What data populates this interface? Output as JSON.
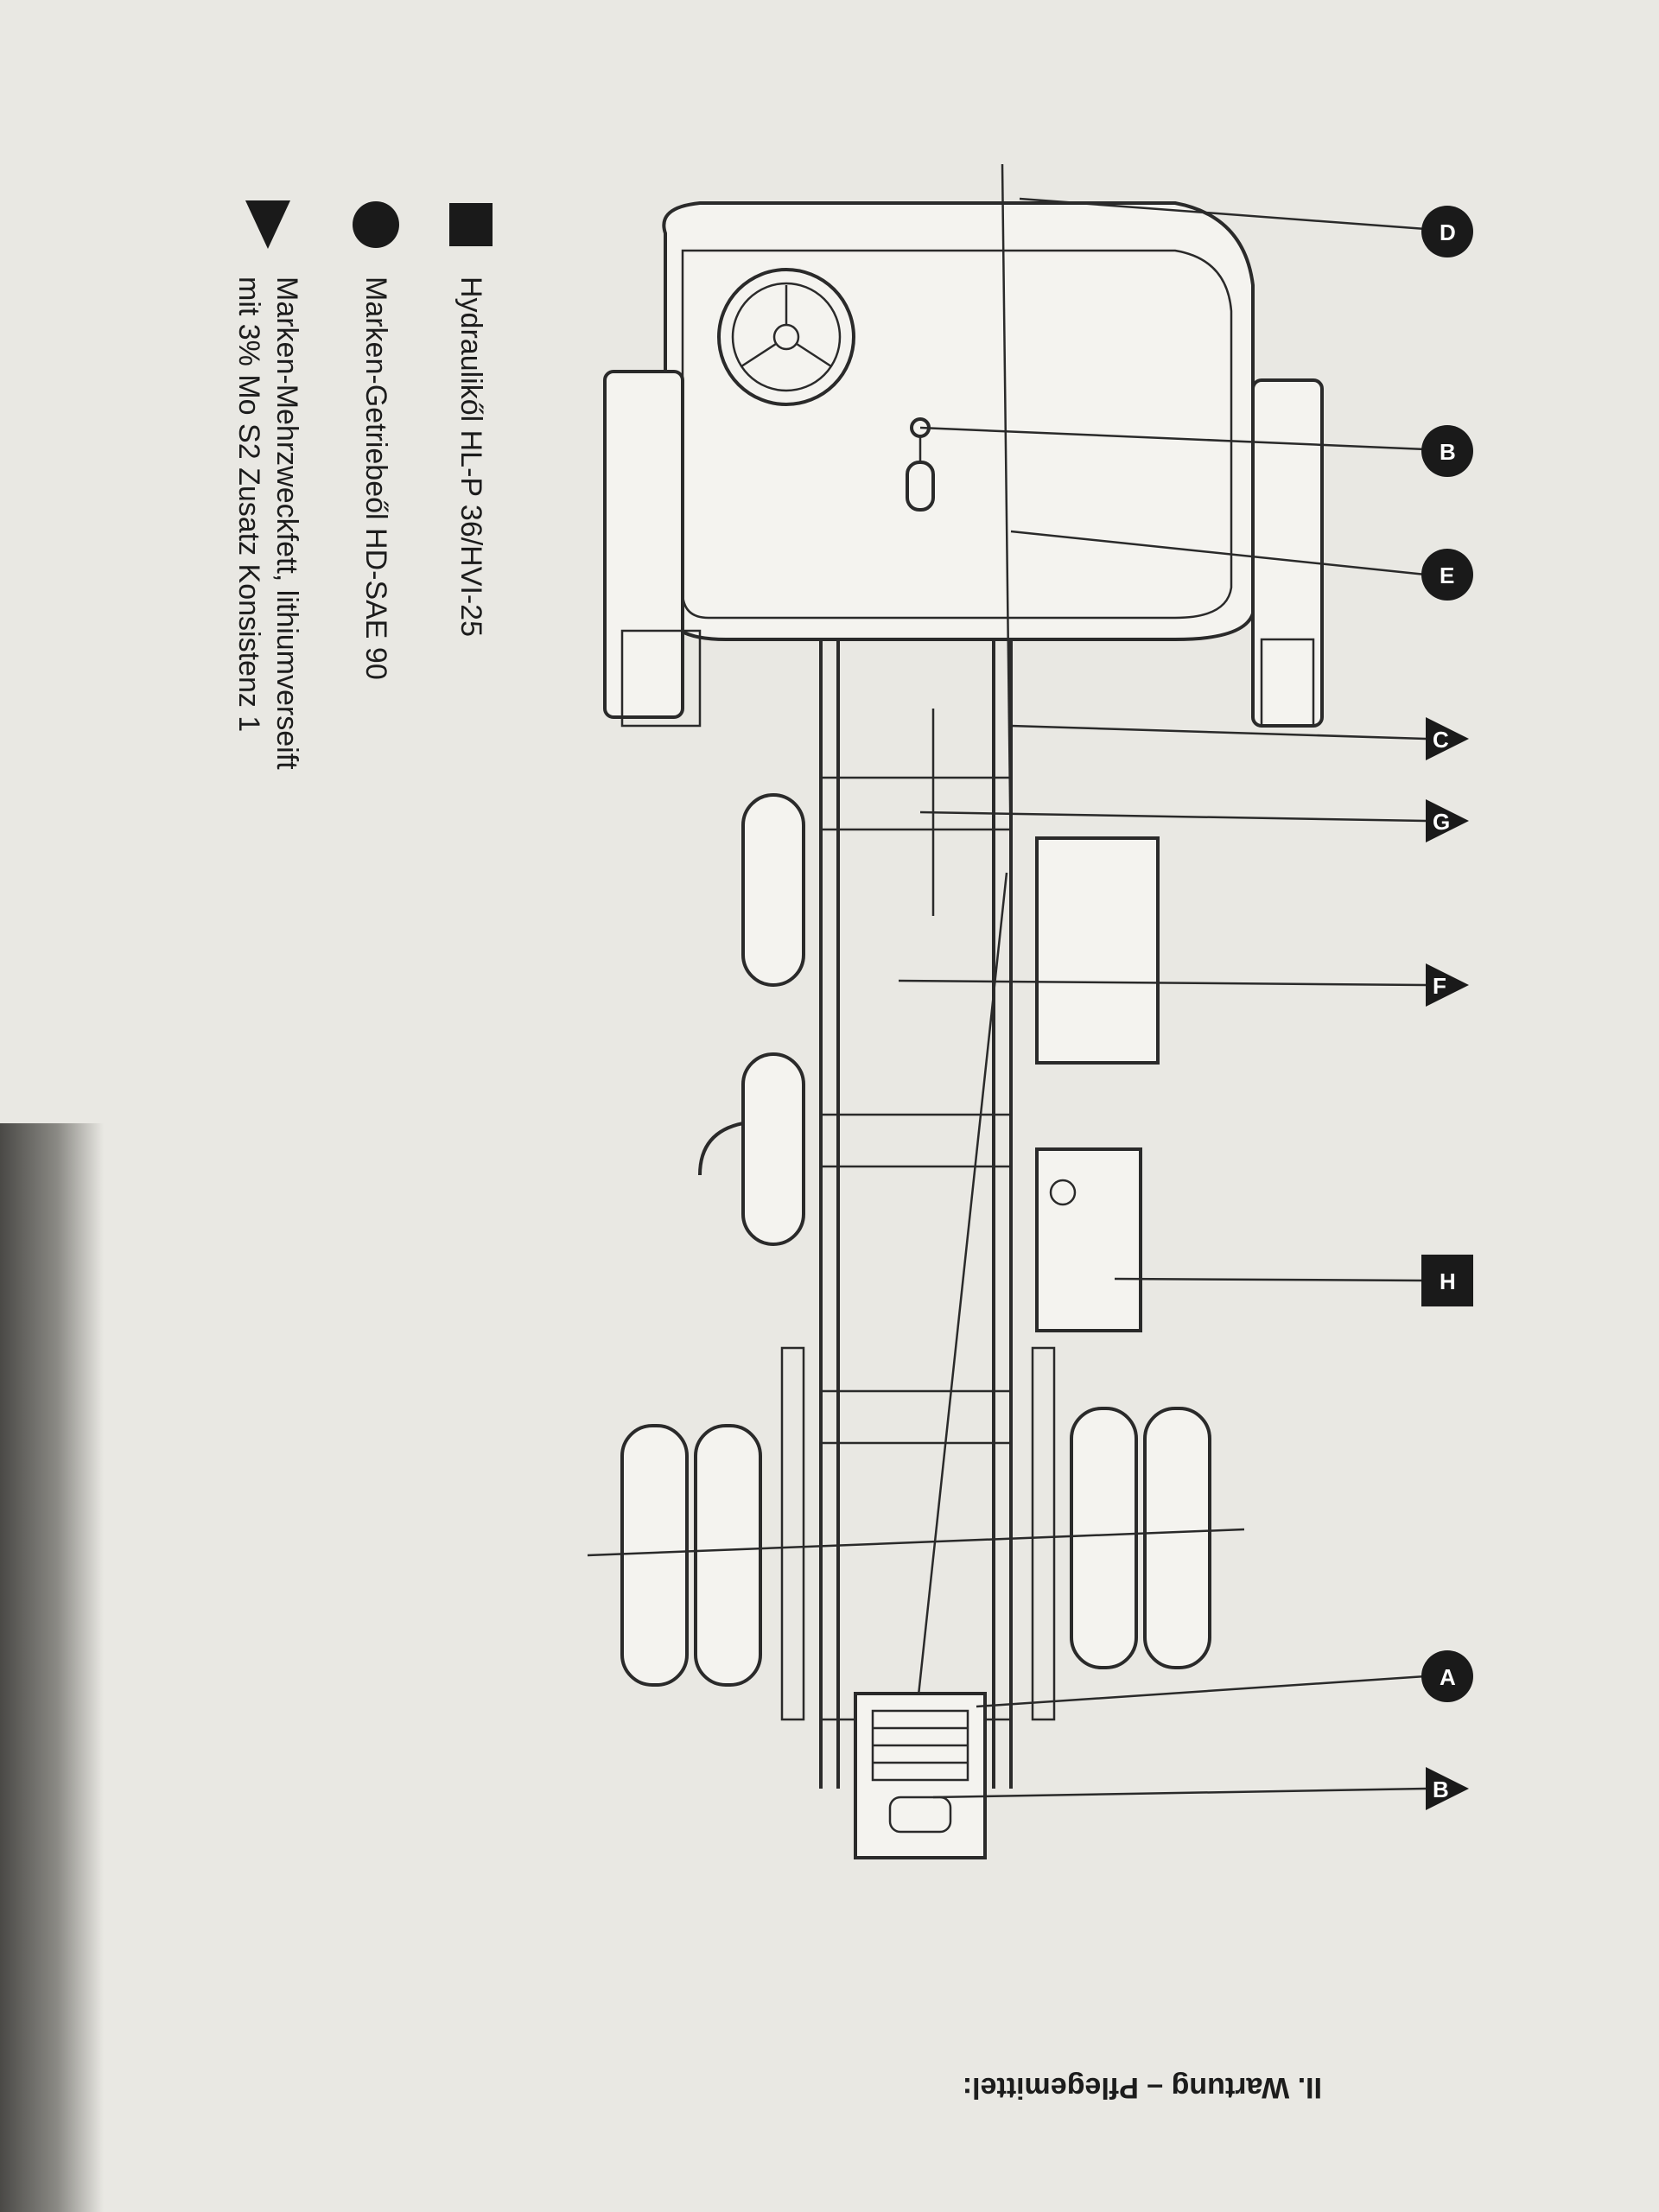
{
  "footer": {
    "text": "II. Wartung – Pflegemittel:"
  },
  "legend": [
    {
      "symbol": "square",
      "icon": "square-icon",
      "lines": [
        "Hydraulikől HL-P 36/HVI-25"
      ]
    },
    {
      "symbol": "circle",
      "icon": "circle-icon",
      "lines": [
        "Marken-Getriebeől HD-SAE 90"
      ]
    },
    {
      "symbol": "triangle",
      "icon": "triangle-icon",
      "lines": [
        "Marken-Mehrzweckfett, lithiumverseift",
        "mit 3% Mo S2 Zusatz Konsistenz 1"
      ]
    }
  ],
  "markers": [
    {
      "label": "D",
      "symbol": "circle"
    },
    {
      "label": "B",
      "symbol": "circle"
    },
    {
      "label": "E",
      "symbol": "circle"
    },
    {
      "label": "C",
      "symbol": "triangle"
    },
    {
      "label": "G",
      "symbol": "triangle"
    },
    {
      "label": "F",
      "symbol": "triangle"
    },
    {
      "label": "H",
      "symbol": "square"
    },
    {
      "label": "A",
      "symbol": "circle"
    },
    {
      "label": "B",
      "symbol": "triangle"
    }
  ],
  "colors": {
    "ink": "#1a1a1a",
    "paper": "#e9e8e3"
  }
}
